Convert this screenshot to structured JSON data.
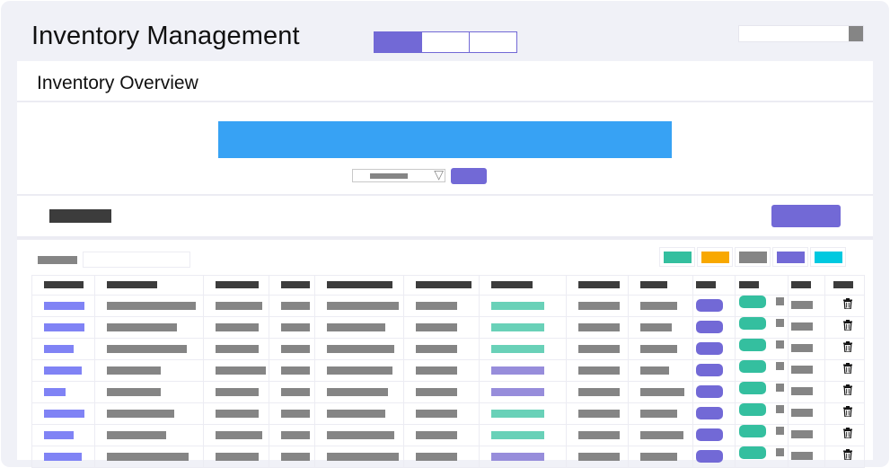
{
  "app": {
    "title": "Inventory Management"
  },
  "view_toggle": {
    "selected_index": 0,
    "count": 3
  },
  "search": {
    "placeholder": "",
    "value": ""
  },
  "overview": {
    "title": "Inventory Overview"
  },
  "colors": {
    "accent": "#7269d6",
    "hero": "#37a2f4",
    "dark_text_bar": "#3c3c3c",
    "muted_bar": "#858585",
    "link_blue": "#8083f5",
    "tag_teal": "#69d1b8",
    "tag_violet": "#978ddb",
    "view_green": "#34bf9f"
  },
  "legend_colors": [
    "#34bf9f",
    "#f8a800",
    "#858585",
    "#7269d6",
    "#00c9e0"
  ],
  "icons": {
    "delete": "trash-icon",
    "search_button": "search-icon",
    "select_caret": "chevron-down-icon"
  },
  "table": {
    "column_count": 13,
    "rows": [
      {
        "tag": "teal"
      },
      {
        "tag": "teal"
      },
      {
        "tag": "teal"
      },
      {
        "tag": "violet"
      },
      {
        "tag": "violet"
      },
      {
        "tag": "teal"
      },
      {
        "tag": "teal"
      },
      {
        "tag": "violet"
      }
    ]
  }
}
